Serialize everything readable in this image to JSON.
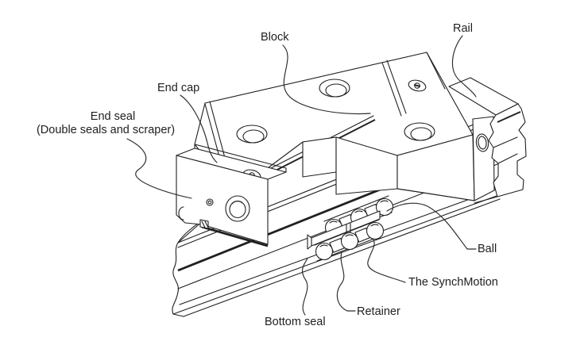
{
  "figure": {
    "type": "technical-line-diagram",
    "subject": "linear guideway block and rail cutaway",
    "labels": {
      "block": "Block",
      "rail": "Rail",
      "end_cap": "End cap",
      "end_seal_line1": "End seal",
      "end_seal_line2": "(Double seals and scraper)",
      "ball": "Ball",
      "synchmotion": "The SynchMotion",
      "retainer": "Retainer",
      "bottom_seal": "Bottom seal"
    },
    "colors": {
      "background": "#ffffff",
      "line": "#202020",
      "text": "#1f1f1f"
    }
  }
}
